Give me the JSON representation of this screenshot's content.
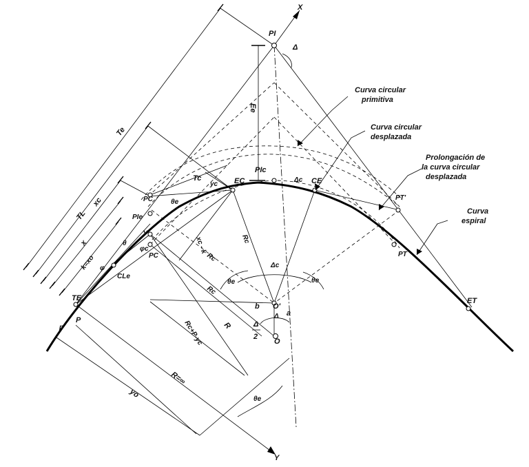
{
  "diagram": {
    "points": {
      "PI": "PI",
      "PIc": "PIc",
      "PIe": "PIe",
      "EC": "EC",
      "CE": "CE",
      "TE": "TE",
      "ET": "ET",
      "PC_top": "PC",
      "PC_low": "PC",
      "PT_top": "PT'",
      "PT_low": "PT",
      "CLe": "CLe",
      "P": "P",
      "Y": "Y",
      "O_top": "O'",
      "O_low": "O"
    },
    "axes": {
      "x": "X",
      "y": "Y"
    },
    "dimensions": {
      "Te": "Te",
      "Xc": "xc",
      "TL": "TL",
      "X": "x",
      "k": "k=xo",
      "Ee": "Ee",
      "Tc": "Tc",
      "yc": "yc",
      "xc_k": "xc - k",
      "Rc1": "Rc",
      "Rc2": "Rc",
      "Rc3": "Rc",
      "R": "R",
      "RcPyc": "Rc+P-yc",
      "Rinf": "R=∞",
      "yo": "yo",
      "b": "b",
      "a": "a",
      "p": "p"
    },
    "angles": {
      "delta": "Δ",
      "delta_c": "Δc",
      "delta_c2": "Δc",
      "delta_half_num": "Δ",
      "delta_half_den": "2",
      "delta_low": "Δ",
      "theta_e1": "θe",
      "theta_e2": "θe",
      "theta_e3": "θe",
      "theta_e4": "θe",
      "phi_c": "φc",
      "phi": "φ",
      "theta": "θ"
    },
    "annotations": {
      "curva_primitiva": [
        "Curva circular",
        "primitiva"
      ],
      "curva_desplazada": [
        "Curva circular",
        "desplazada"
      ],
      "prolongacion": [
        "Prolongación de",
        "la curva circular",
        "desplazada"
      ],
      "curva_espiral": [
        "Curva",
        "espiral"
      ]
    }
  }
}
